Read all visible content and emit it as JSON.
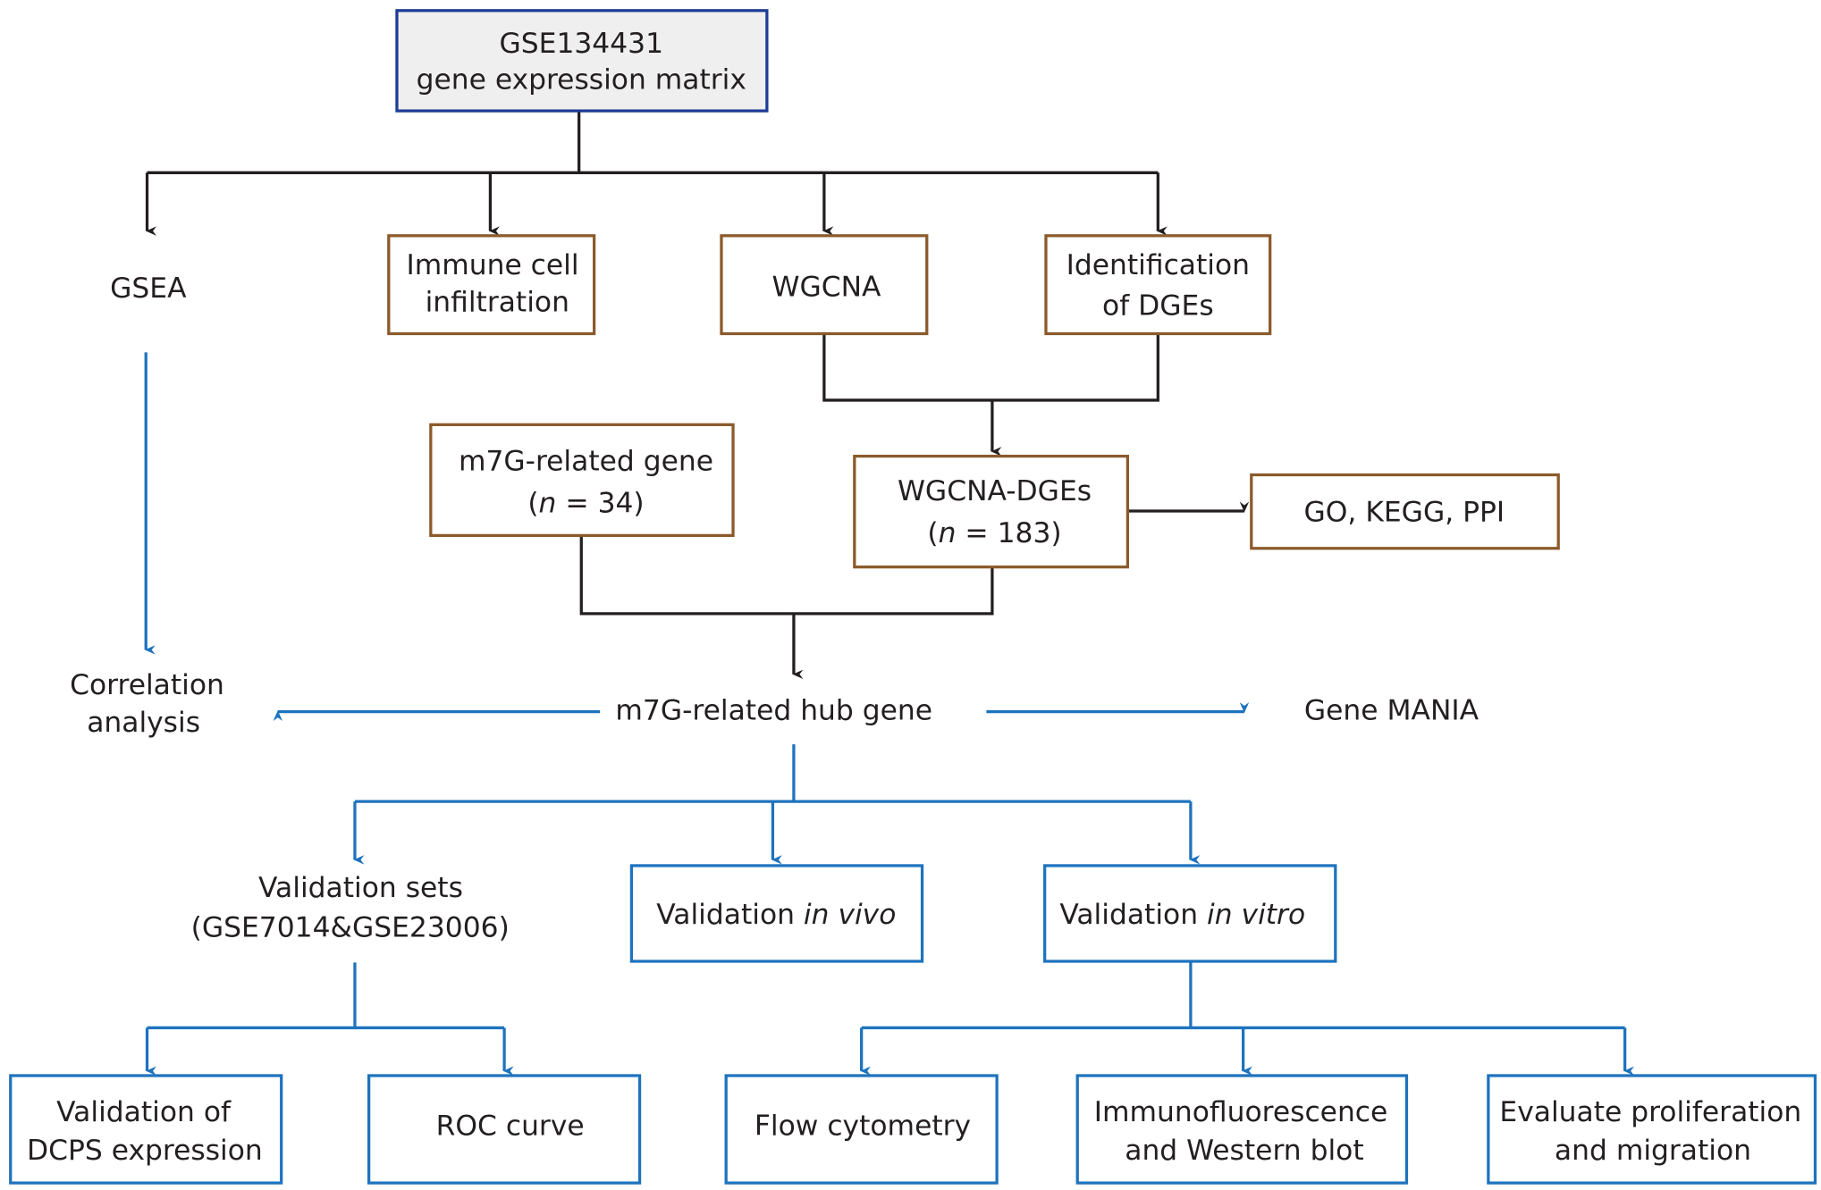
{
  "nodes": {
    "root": {
      "line1": "GSE134431",
      "line2": "gene expression matrix"
    },
    "gsea": "GSEA",
    "immune": {
      "line1": "Immune cell",
      "line2": "infiltration"
    },
    "wgcna": "WGCNA",
    "dges": {
      "line1": "Identification",
      "line2": "of DGEs"
    },
    "m7g_gene": {
      "line1": "m7G-related gene",
      "n_label": "n",
      "n_value": " = 34)",
      "open": "("
    },
    "wgcna_dges": {
      "line1": "WGCNA-DGEs",
      "n_label": "n",
      "n_value": " = 183)",
      "open": "("
    },
    "go_kegg": "GO, KEGG, PPI",
    "correlation": {
      "line1": "Correlation",
      "line2": "analysis"
    },
    "hub": "m7G-related hub gene",
    "genemania": "Gene MANIA",
    "validation_sets": {
      "line1": "Validation sets",
      "line2": "(GSE7014&GSE23006)"
    },
    "in_vivo": {
      "prefix": "Validation ",
      "italic": "in vivo"
    },
    "in_vitro": {
      "prefix": "Validation ",
      "italic": "in vitro"
    },
    "dcps": {
      "line1": "Validation of",
      "line2": "DCPS expression"
    },
    "roc": "ROC curve",
    "flow": "Flow cytometry",
    "if_wb": {
      "line1": "Immunofluorescence",
      "line2": "and Western blot"
    },
    "prolif": {
      "line1": "Evaluate proliferation",
      "line2": "and migration"
    }
  },
  "colors": {
    "dark_line": "#231f20",
    "blue_line": "#1e73be",
    "brown_border": "#8b5a2b",
    "root_border": "#1e3c96",
    "root_fill": "#efefef"
  }
}
